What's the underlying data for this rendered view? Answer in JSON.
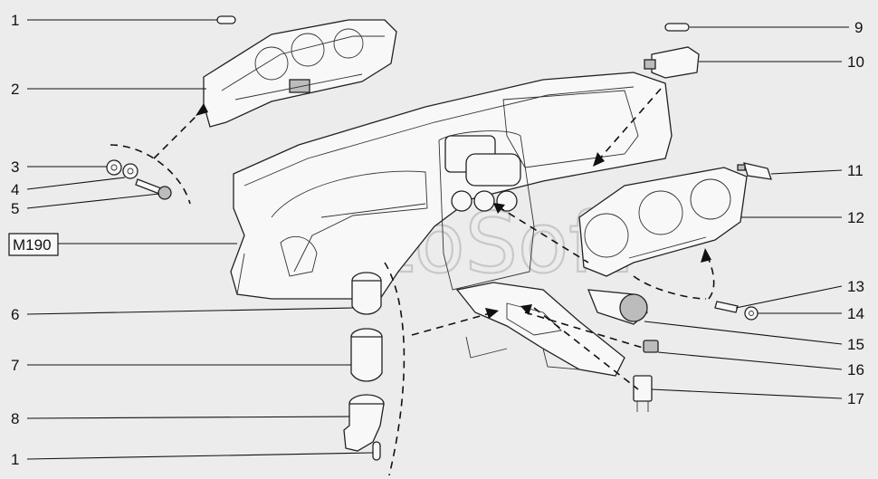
{
  "watermark": "AutoSoft",
  "code_label": "M190",
  "callouts": [
    {
      "id": "c1a",
      "label": "1",
      "side": "left"
    },
    {
      "id": "c2",
      "label": "2",
      "side": "left"
    },
    {
      "id": "c3",
      "label": "3",
      "side": "left"
    },
    {
      "id": "c4",
      "label": "4",
      "side": "left"
    },
    {
      "id": "c5",
      "label": "5",
      "side": "left"
    },
    {
      "id": "c6",
      "label": "6",
      "side": "left"
    },
    {
      "id": "c7",
      "label": "7",
      "side": "left"
    },
    {
      "id": "c8",
      "label": "8",
      "side": "left"
    },
    {
      "id": "c1b",
      "label": "1",
      "side": "left"
    },
    {
      "id": "c9",
      "label": "9",
      "side": "right"
    },
    {
      "id": "c10",
      "label": "10",
      "side": "right"
    },
    {
      "id": "c11",
      "label": "11",
      "side": "right"
    },
    {
      "id": "c12",
      "label": "12",
      "side": "right"
    },
    {
      "id": "c13",
      "label": "13",
      "side": "right"
    },
    {
      "id": "c14",
      "label": "14",
      "side": "right"
    },
    {
      "id": "c15",
      "label": "15",
      "side": "right"
    },
    {
      "id": "c16",
      "label": "16",
      "side": "right"
    },
    {
      "id": "c17",
      "label": "17",
      "side": "right"
    }
  ]
}
